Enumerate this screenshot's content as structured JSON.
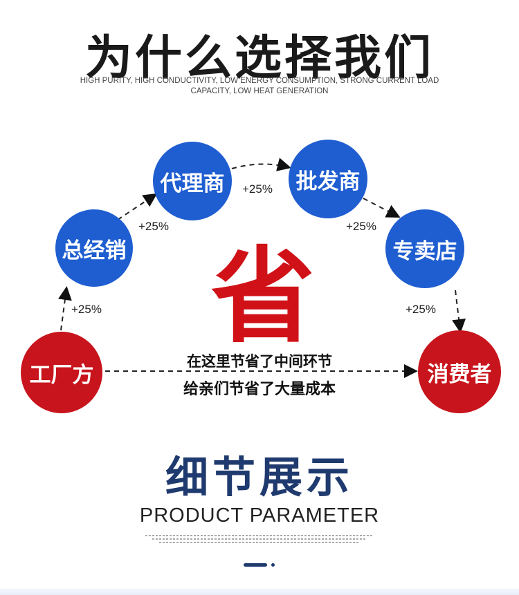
{
  "header": {
    "title": "为什么选择我们",
    "subtitle": "HIGH PURITY, HIGH CONDUCTIVITY, LOW ENERGY CONSUMPTION, STRONG CURRENT LOAD CAPACITY, LOW HEAT GENERATION"
  },
  "flow": {
    "nodes": {
      "factory": "工厂方",
      "distributor": "总经销",
      "agent": "代理商",
      "wholesaler": "批发商",
      "store": "专卖店",
      "consumer": "消费者"
    },
    "markups": [
      "+25%",
      "+25%",
      "+25%",
      "+25%",
      "+25%"
    ],
    "center_char": "省",
    "note_line1": "在这里节省了中间环节",
    "note_line2": "给亲们节省了大量成本",
    "colors": {
      "blue": "#1f5ed1",
      "red": "#c8141c"
    }
  },
  "detail": {
    "title": "细节展示",
    "subtitle": "PRODUCT PARAMETER"
  }
}
